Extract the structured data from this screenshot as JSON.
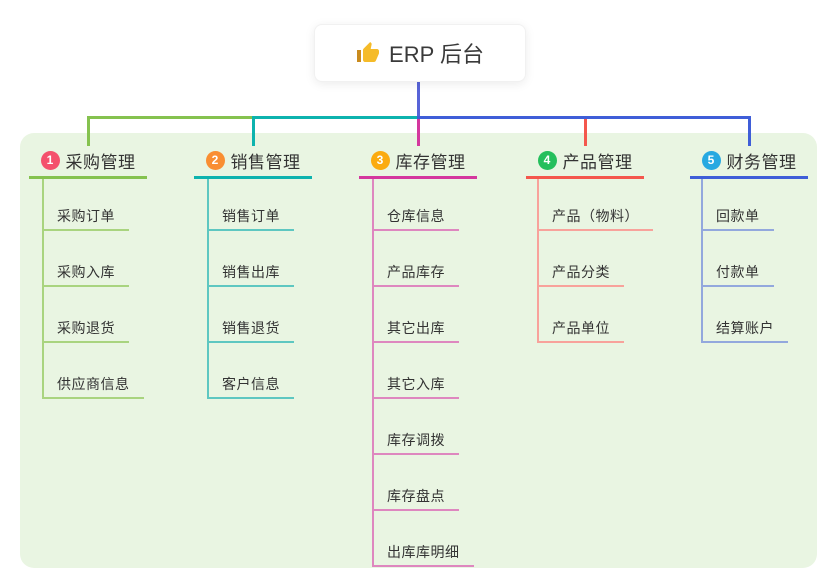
{
  "root": {
    "label": "ERP 后台",
    "icon": "thumbs-up",
    "icon_color": "#f5bb29",
    "stem_color": "#5864d8"
  },
  "panel": {
    "bg_color": "#e9f5e2"
  },
  "branches": [
    {
      "badge": "1",
      "label": "采购管理",
      "badge_color": "#f4516c",
      "line_color": "#85c24f",
      "child_line_color": "#a9d47f",
      "children": [
        "采购订单",
        "采购入库",
        "采购退货",
        "供应商信息"
      ]
    },
    {
      "badge": "2",
      "label": "销售管理",
      "badge_color": "#f98e32",
      "line_color": "#0db3ae",
      "child_line_color": "#5ec7c1",
      "children": [
        "销售订单",
        "销售出库",
        "销售退货",
        "客户信息"
      ]
    },
    {
      "badge": "3",
      "label": "库存管理",
      "badge_color": "#fbab0f",
      "line_color": "#d4379e",
      "child_line_color": "#de87bf",
      "children": [
        "仓库信息",
        "产品库存",
        "其它出库",
        "其它入库",
        "库存调拨",
        "库存盘点",
        "出库库明细"
      ]
    },
    {
      "badge": "4",
      "label": "产品管理",
      "badge_color": "#24bf5c",
      "line_color": "#f4574d",
      "child_line_color": "#f8a29b",
      "children": [
        "产品（物料）",
        "产品分类",
        "产品单位"
      ]
    },
    {
      "badge": "5",
      "label": "财务管理",
      "badge_color": "#27a9e1",
      "line_color": "#3f5ed8",
      "child_line_color": "#93a8dd",
      "children": [
        "回款单",
        "付款单",
        "结算账户"
      ]
    }
  ]
}
